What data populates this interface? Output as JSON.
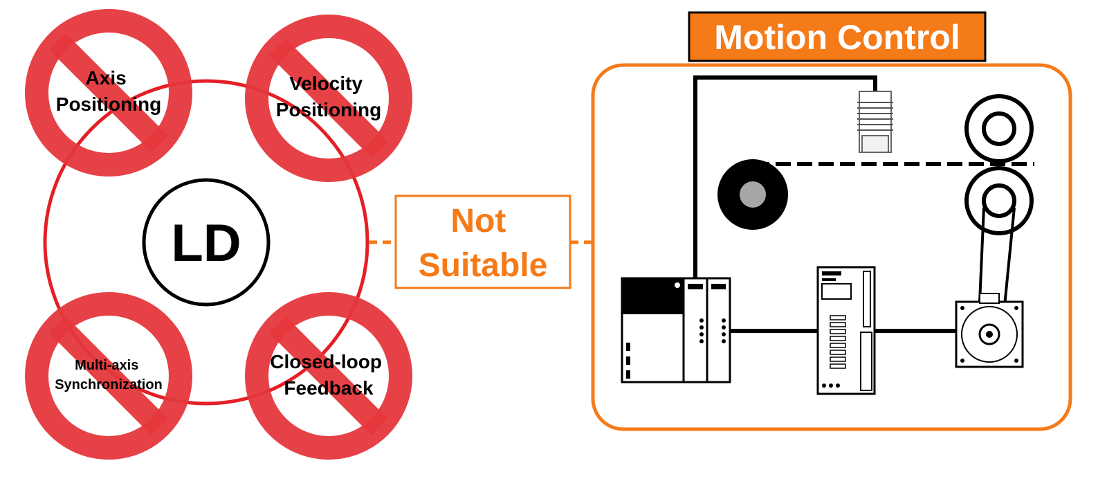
{
  "center": {
    "label": "LD"
  },
  "prohibited": [
    {
      "lines": [
        "Axis",
        "Positioning"
      ]
    },
    {
      "lines": [
        "Velocity",
        "Positioning"
      ]
    },
    {
      "lines": [
        "Multi-axis",
        "Synchronization"
      ]
    },
    {
      "lines": [
        "Closed-loop",
        "Feedback"
      ]
    }
  ],
  "verdict": {
    "line1": "Not",
    "line2": "Suitable"
  },
  "motion": {
    "title": "Motion Control"
  },
  "colors": {
    "accent_orange": "#f57a18",
    "prohibit_red": "#e5373c",
    "prohibit_fill": "#f05a5f",
    "ring_red": "#e41f26",
    "title_bg": "#f57a18"
  },
  "icons": [
    "prohibited-sign-icon",
    "proximity-sensor-icon",
    "roller-icon",
    "plc-icon",
    "servo-drive-icon",
    "servo-motor-icon"
  ]
}
